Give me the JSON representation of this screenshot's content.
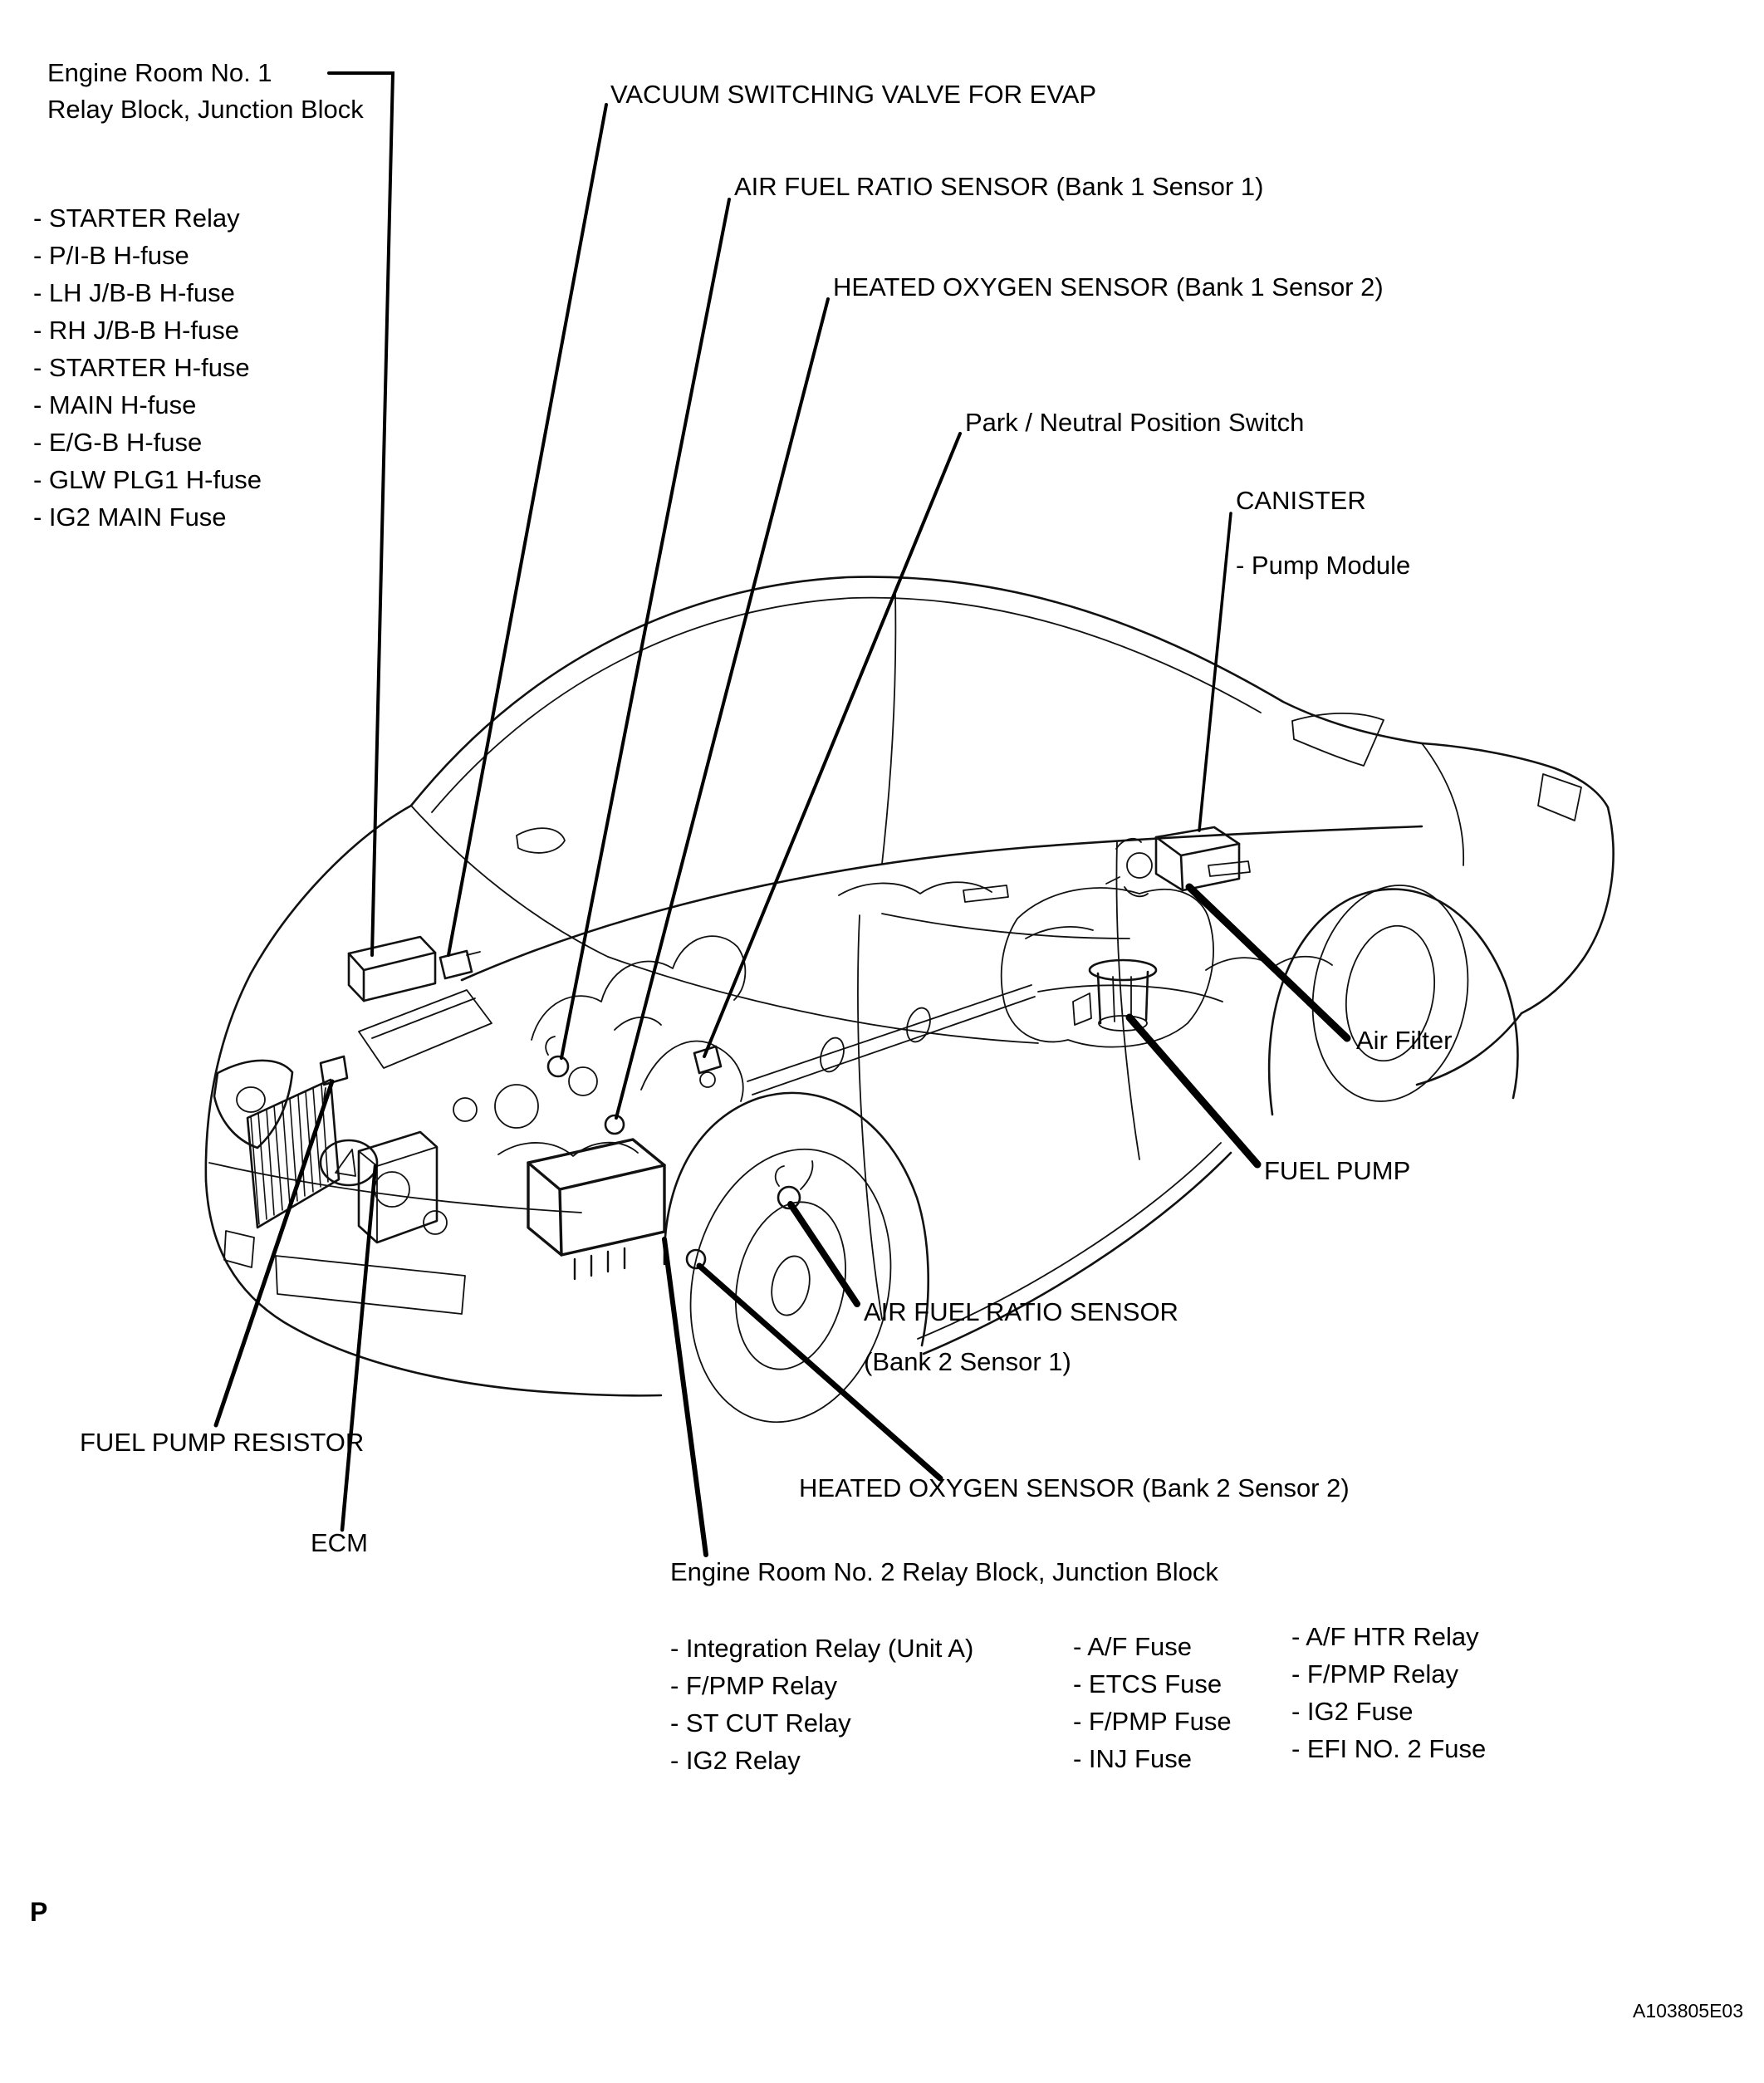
{
  "page": {
    "page_letter": "P",
    "figure_code": "A103805E03"
  },
  "relay_block_1": {
    "title_line1": "Engine Room No. 1",
    "title_line2": "Relay Block, Junction Block",
    "items": [
      "- STARTER Relay",
      "- P/I-B H-fuse",
      "- LH J/B-B H-fuse",
      "- RH J/B-B H-fuse",
      "- STARTER H-fuse",
      "- MAIN H-fuse",
      "- E/G-B H-fuse",
      "- GLW PLG1 H-fuse",
      "- IG2 MAIN Fuse"
    ]
  },
  "callouts": {
    "vsv": "VACUUM SWITCHING VALVE FOR EVAP",
    "afr_b1s1": "AIR FUEL RATIO SENSOR (Bank 1 Sensor 1)",
    "ho2s_b1s2": "HEATED OXYGEN SENSOR (Bank 1 Sensor 2)",
    "park_neutral": "Park / Neutral Position Switch",
    "canister": "CANISTER",
    "canister_sub": "- Pump Module",
    "air_filter": "Air Filter",
    "fuel_pump": "FUEL PUMP",
    "afr_b2s1_line1": "AIR FUEL RATIO SENSOR",
    "afr_b2s1_line2": "(Bank 2 Sensor 1)",
    "ho2s_b2s2": "HEATED OXYGEN SENSOR (Bank 2 Sensor 2)",
    "fuel_pump_resistor": "FUEL PUMP RESISTOR",
    "ecm": "ECM"
  },
  "relay_block_2": {
    "title": "Engine Room No. 2 Relay Block, Junction Block",
    "col1": [
      "- Integration Relay (Unit A)",
      "- F/PMP Relay",
      "- ST CUT Relay",
      "- IG2 Relay"
    ],
    "col2": [
      "- A/F Fuse",
      "- ETCS Fuse",
      "- F/PMP Fuse",
      "- INJ Fuse"
    ],
    "col3": [
      "- A/F HTR Relay",
      "- F/PMP Relay",
      "- IG2 Fuse",
      "- EFI NO. 2 Fuse"
    ]
  }
}
